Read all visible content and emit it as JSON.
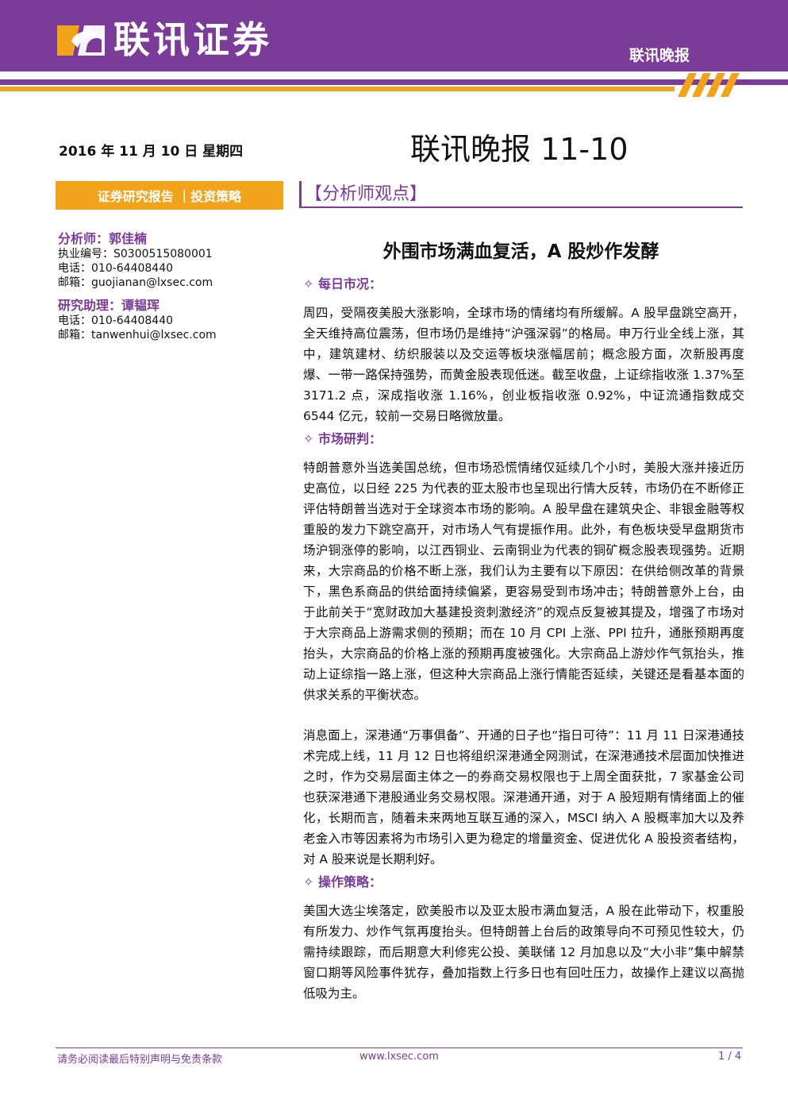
{
  "header": {
    "company": "联讯证券",
    "report_type": "联讯晚报",
    "brand_color": "#7b3b98",
    "accent_color": "#f2a31c"
  },
  "date": "2016 年 11 月 10 日 星期四",
  "title": "联讯晚报 11-10",
  "category": "证券研究报告 ｜投资策略",
  "section_tag": "【分析师观点】",
  "sidebar": {
    "analyst_label": "分析师：郭佳楠",
    "analyst_lines": [
      "执业编号：S0300515080001",
      "电话：010-64408440",
      "邮箱：guojianan@lxsec.com"
    ],
    "assistant_label": "研究助理：谭韫珲",
    "assistant_lines": [
      "电话：010-64408440",
      "邮箱：tanwenhui@lxsec.com"
    ]
  },
  "article": {
    "headline": "外围市场满血复活，A 股炒作发酵",
    "sections": [
      {
        "heading": "✧ 每日市况：",
        "paragraphs": [
          "周四，受隔夜美股大涨影响，全球市场的情绪均有所缓解。A 股早盘跳空高开，全天维持高位震荡，但市场仍是维持“沪强深弱”的格局。申万行业全线上涨，其中，建筑建材、纺织服装以及交运等板块涨幅居前；概念股方面，次新股再度爆、一带一路保持强势，而黄金股表现低迷。截至收盘，上证综指收涨 1.37%至 3171.2 点，深成指收涨 1.16%，创业板指收涨 0.92%，中证流通指数成交 6544 亿元，较前一交易日略微放量。"
        ]
      },
      {
        "heading": "✧ 市场研判：",
        "paragraphs": [
          "特朗普意外当选美国总统，但市场恐慌情绪仅延续几个小时，美股大涨并接近历史高位，以日经 225 为代表的亚太股市也呈现出行情大反转，市场仍在不断修正评估特朗普当选对于全球资本市场的影响。A 股早盘在建筑央企、非银金融等权重股的发力下跳空高开，对市场人气有提振作用。此外，有色板块受早盘期货市场沪铜涨停的影响，以江西铜业、云南铜业为代表的铜矿概念股表现强势。近期来，大宗商品的价格不断上涨，我们认为主要有以下原因：在供给侧改革的背景下，黑色系商品的供给面持续偏紧，更容易受到市场冲击；特朗普意外上台，由于此前关于“宽财政加大基建投资刺激经济”的观点反复被其提及，增强了市场对于大宗商品上游需求侧的预期；而在 10 月 CPI 上涨、PPI 拉升，通胀预期再度抬头，大宗商品的价格上涨的预期再度被强化。大宗商品上游炒作气氛抬头，推动上证综指一路上涨，但这种大宗商品上涨行情能否延续，关键还是看基本面的供求关系的平衡状态。",
          "消息面上，深港通“万事俱备”、开通的日子也“指日可待”：11 月 11 日深港通技术完成上线，11 月 12 日也将组织深港通全网测试，在深港通技术层面加快推进之时，作为交易层面主体之一的券商交易权限也于上周全面获批，7 家基金公司也获深港通下港股通业务交易权限。深港通开通，对于 A 股短期有情绪面上的催化，长期而言，随着未来两地互联互通的深入，MSCI 纳入 A 股概率加大以及养老金入市等因素将为市场引入更为稳定的增量资金、促进优化 A 股投资者结构，对 A 股来说是长期利好。"
        ]
      },
      {
        "heading": "✧ 操作策略：",
        "paragraphs": [
          "美国大选尘埃落定，欧美股市以及亚太股市满血复活，A 股在此带动下，权重股有所发力、炒作气氛再度抬头。但特朗普上台后的政策导向不可预见性较大，仍需持续跟踪，而后期意大利修宪公投、美联储 12 月加息以及“大小非”集中解禁窗口期等风险事件犹存，叠加指数上行多日也有回吐压力，故操作上建议以高抛低吸为主。"
        ]
      }
    ]
  },
  "footer": {
    "disclaimer": "请务必阅读最后特别声明与免责条款",
    "website": "www.lxsec.com",
    "page": "1 / 4"
  }
}
